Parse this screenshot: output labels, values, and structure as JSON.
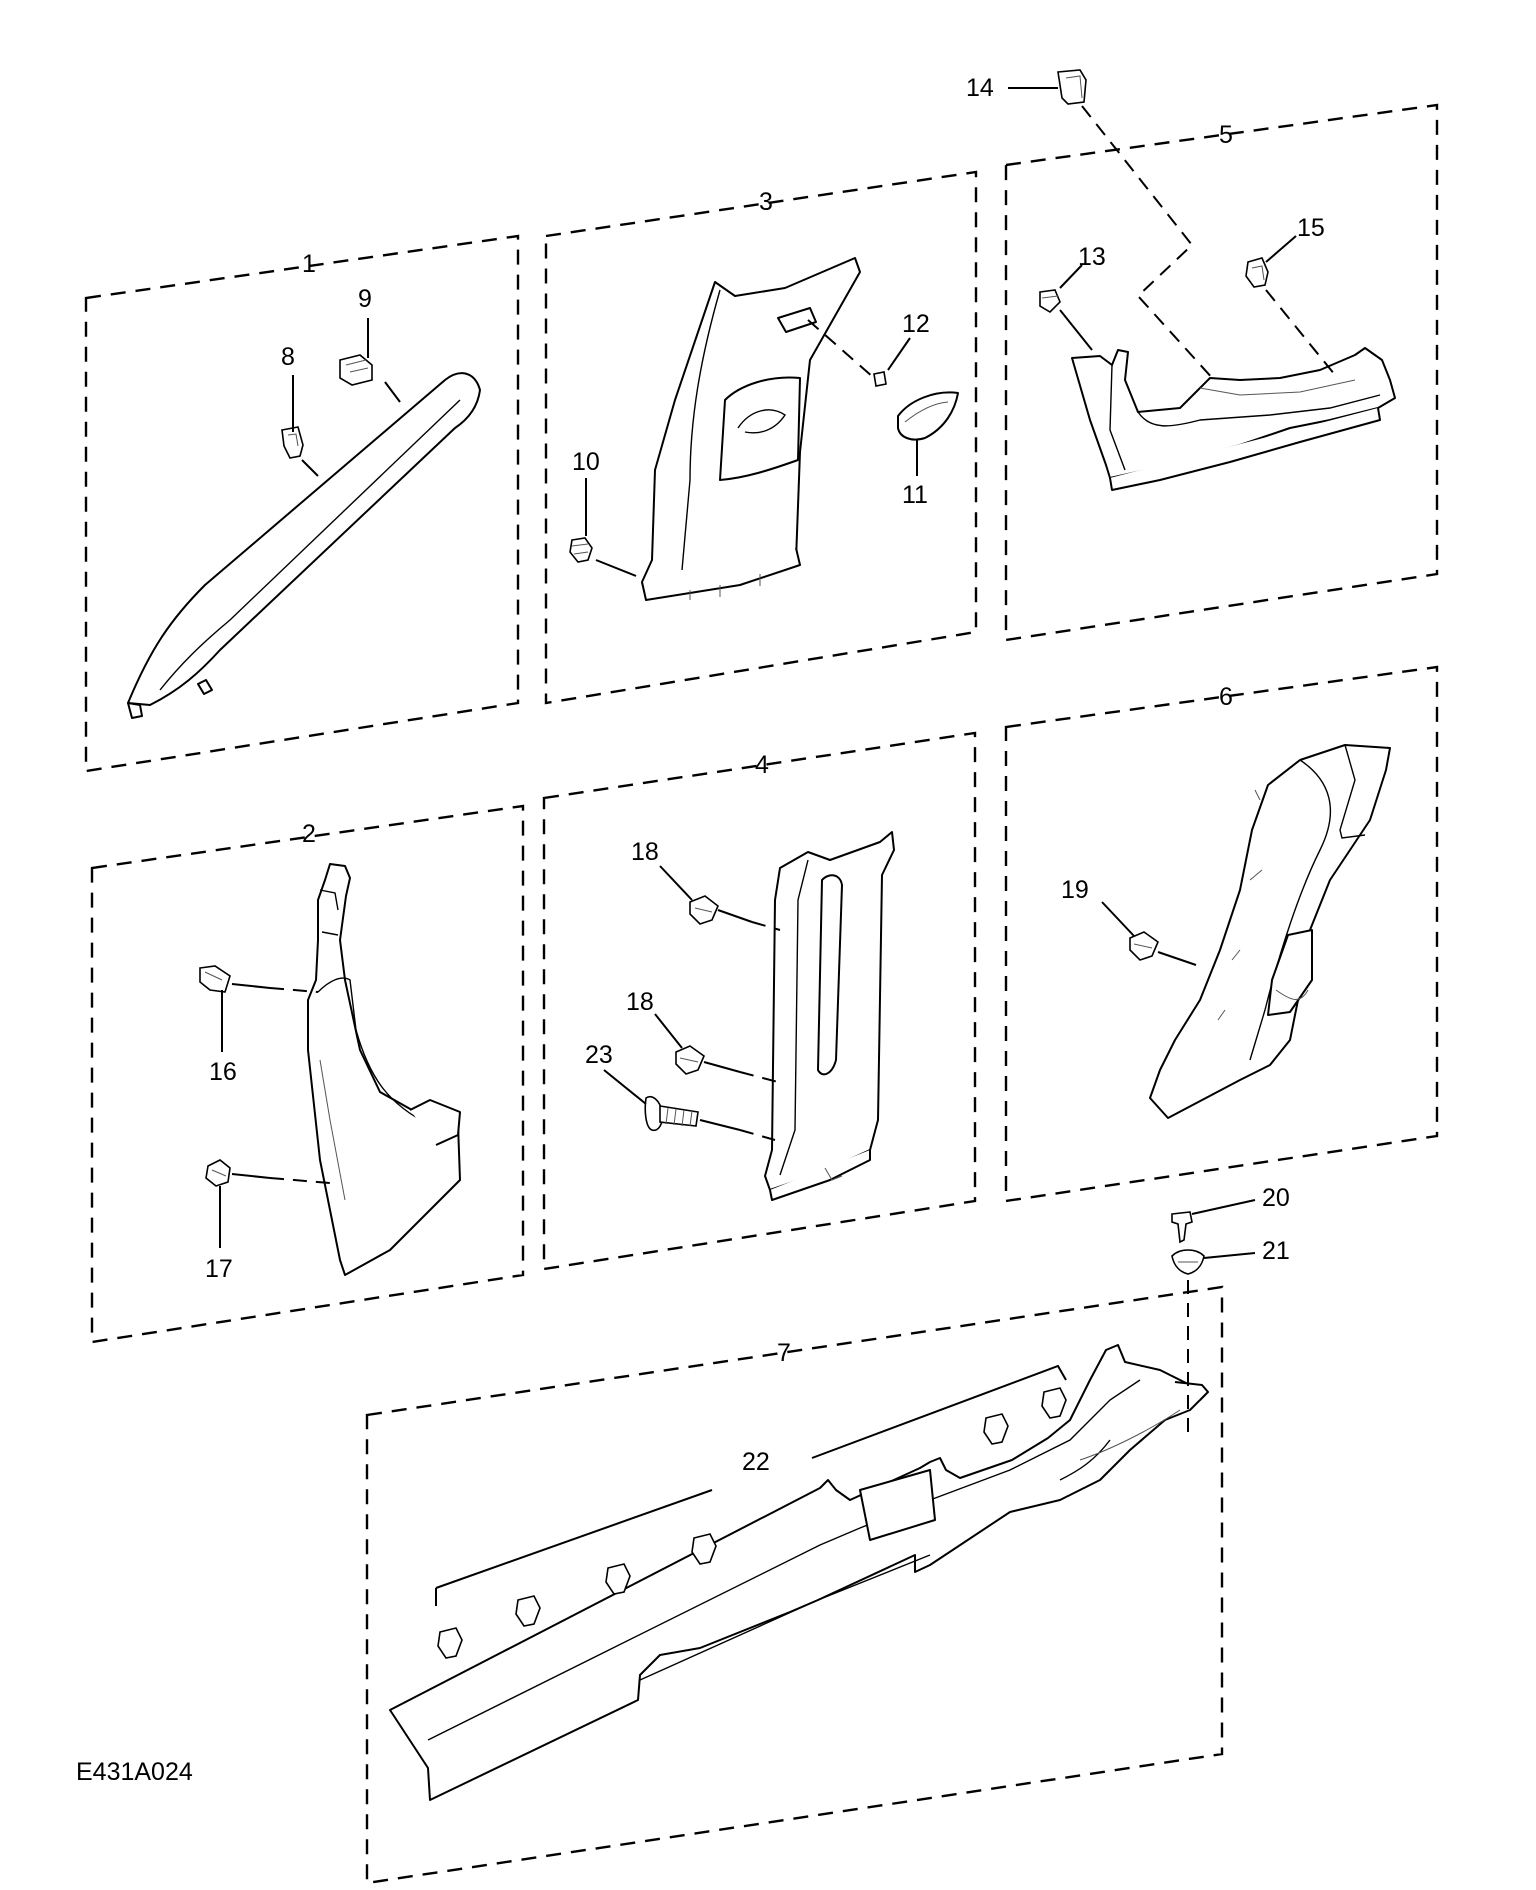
{
  "diagram_code": "E431A024",
  "groups": [
    {
      "id": "1",
      "label": "1"
    },
    {
      "id": "2",
      "label": "2"
    },
    {
      "id": "3",
      "label": "3"
    },
    {
      "id": "4",
      "label": "4"
    },
    {
      "id": "5",
      "label": "5"
    },
    {
      "id": "6",
      "label": "6"
    },
    {
      "id": "7",
      "label": "7"
    }
  ],
  "callouts": [
    "8",
    "9",
    "10",
    "11",
    "12",
    "13",
    "14",
    "15",
    "16",
    "17",
    "18",
    "18",
    "19",
    "20",
    "21",
    "22",
    "23"
  ]
}
